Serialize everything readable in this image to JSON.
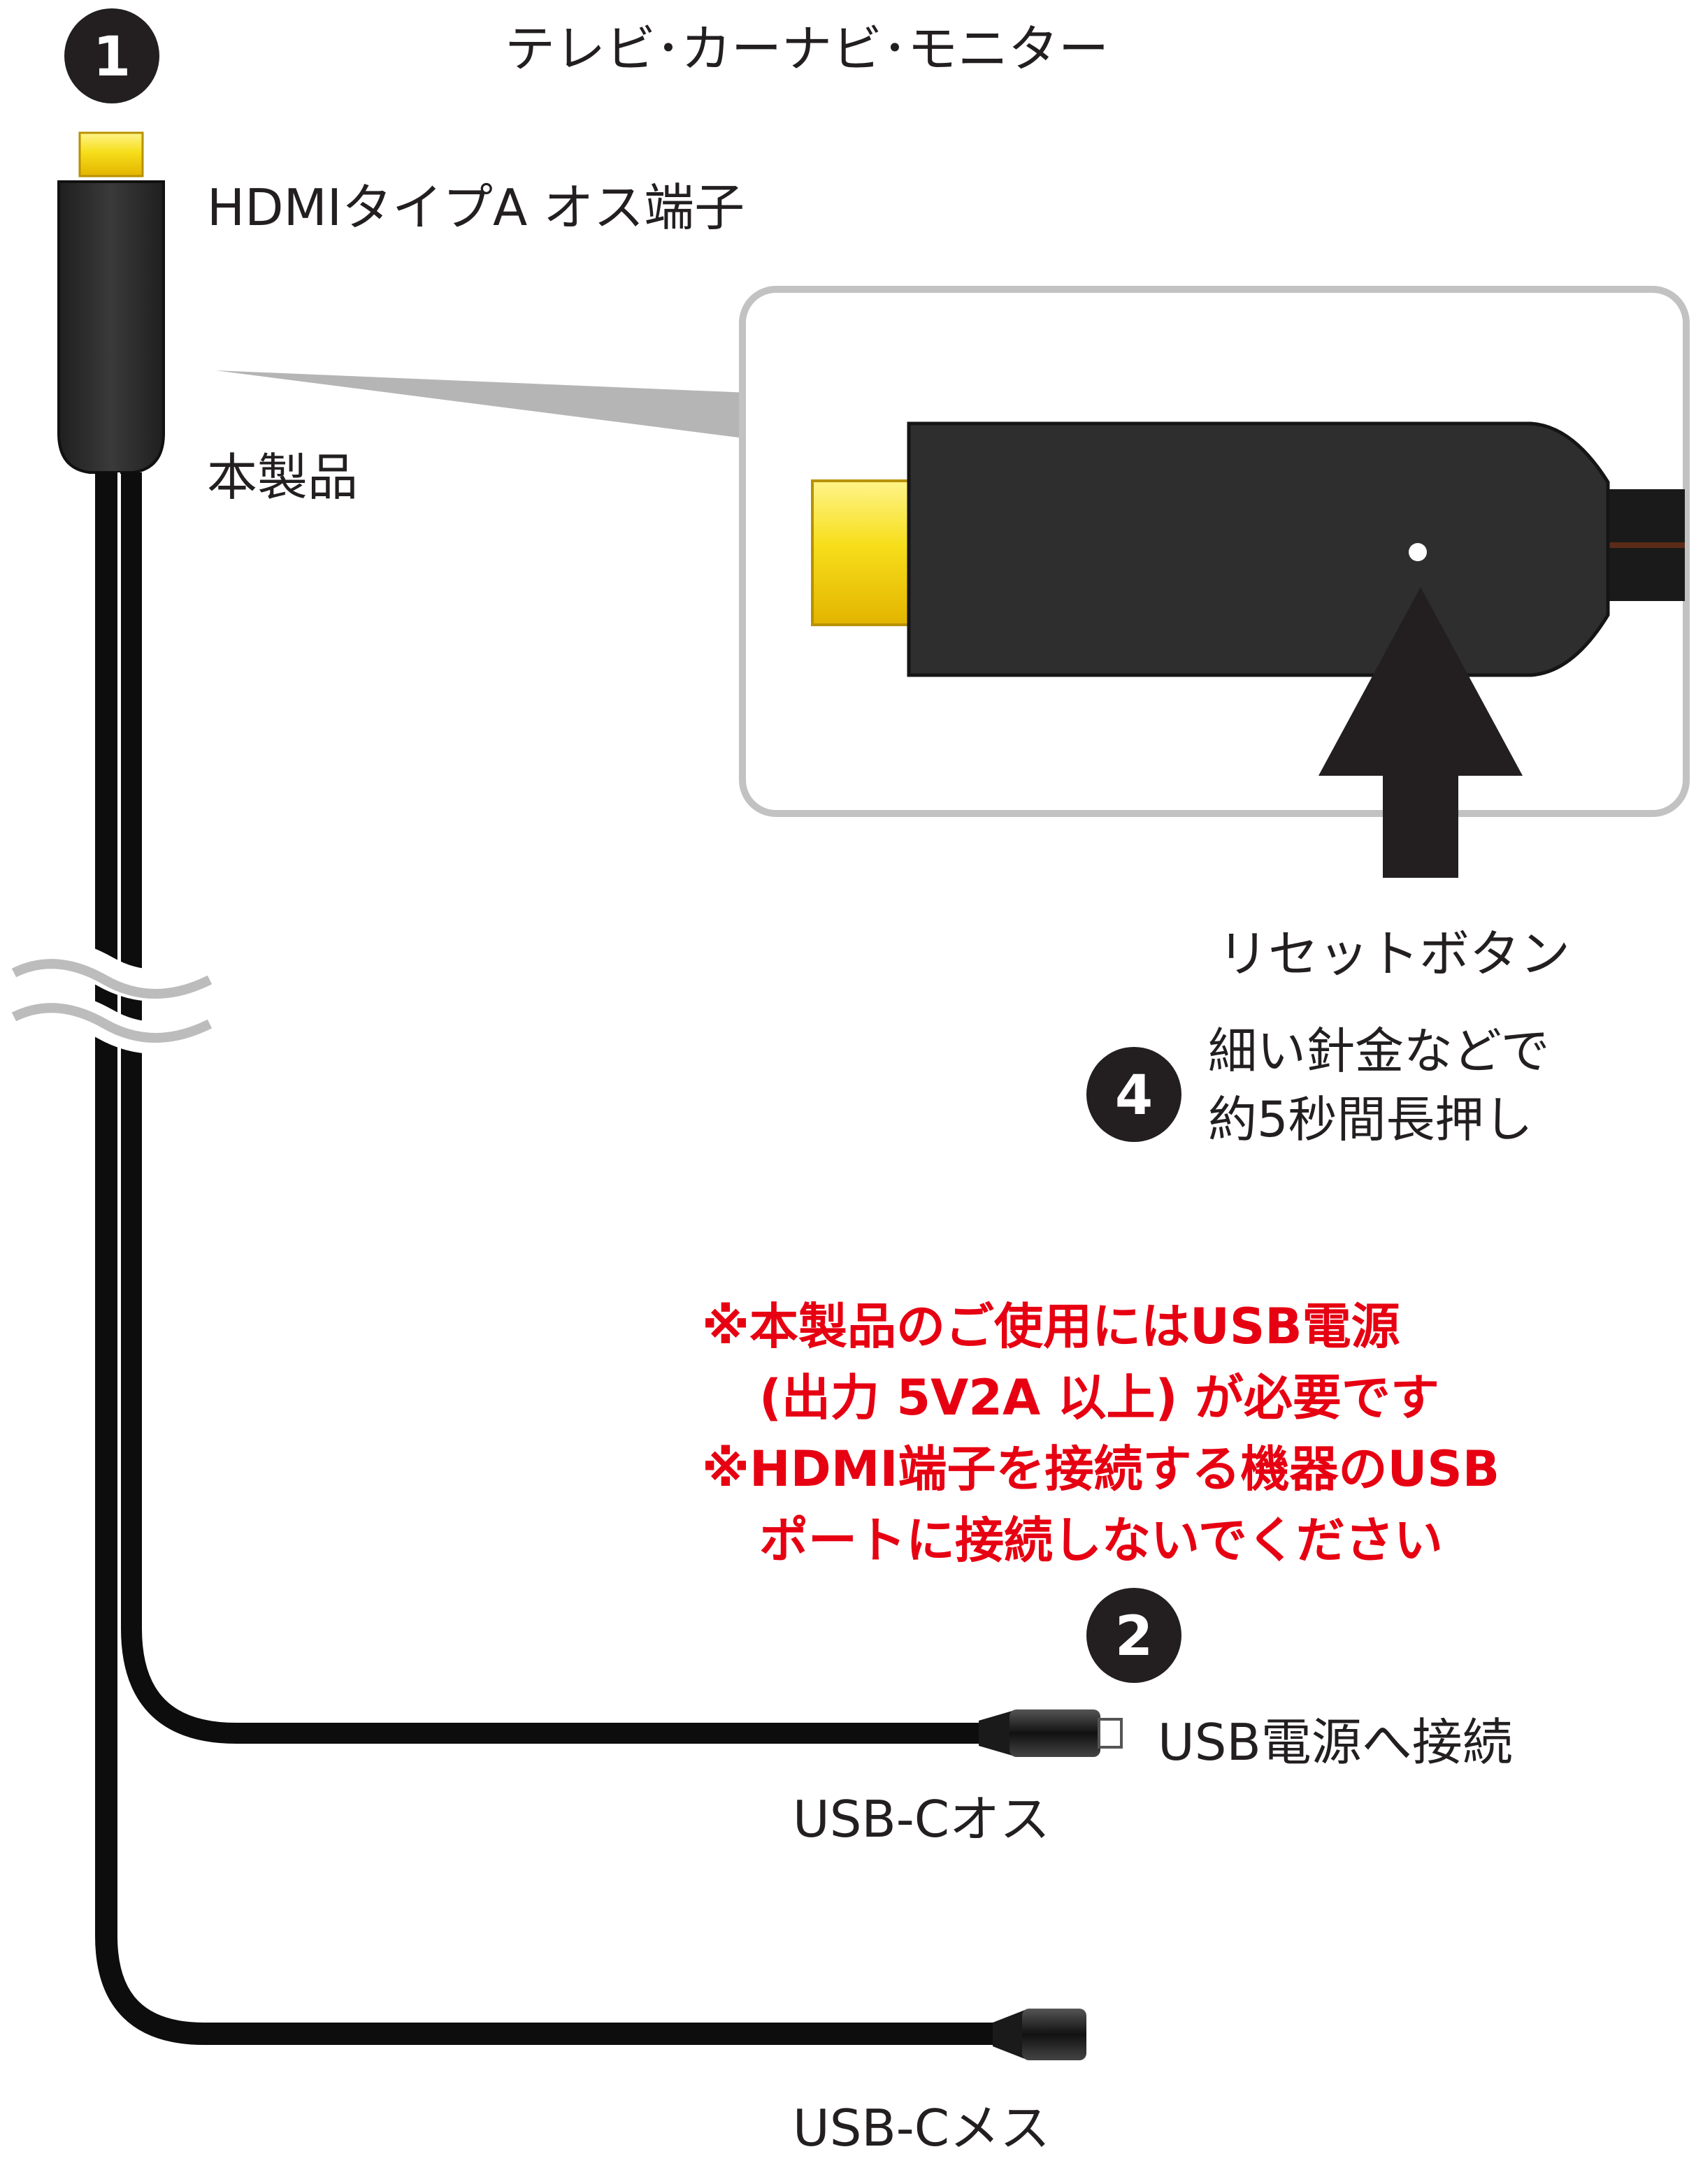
{
  "labels": {
    "target_devices": "テレビ･カーナビ･モニター",
    "hdmi_connector": "HDMIタイプA オス端子",
    "product": "本製品",
    "reset_button": "リセットボタン",
    "reset_instruction_line1": "細い針金などで",
    "reset_instruction_line2": "約5秒間長押し",
    "usb_power_connect": "USB電源へ接続",
    "usb_c_male": "USB-Cオス",
    "usb_c_female": "USB-Cメス"
  },
  "steps": {
    "step1": "1",
    "step2": "2",
    "step4": "4"
  },
  "notes": {
    "line1": "※本製品のご使用にはUSB電源",
    "line2": "(出力 5V2A 以上) が必要です",
    "line3": "※HDMI端子を接続する機器のUSB",
    "line4": "ポートに接続しないでください"
  },
  "colors": {
    "note_text": "#e60012",
    "body_dark": "#2b2b2b",
    "cable": "#111111",
    "gold": "#f3d200",
    "text": "#231f20",
    "callout_frame": "#bdbdbd",
    "arrow": "#231f20"
  }
}
